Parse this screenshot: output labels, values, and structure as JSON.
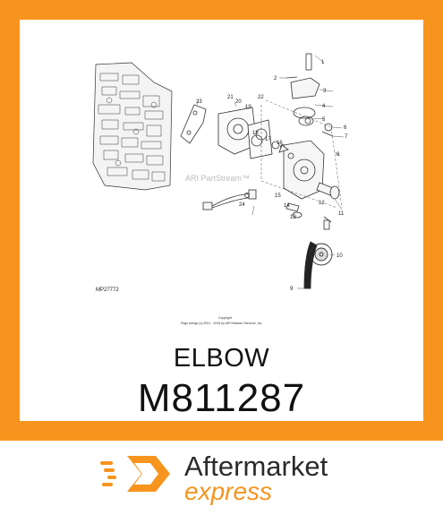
{
  "diagram": {
    "figure_id": "MP27772",
    "watermark": "ARI PartStream™",
    "copyright_line1": "Copyright",
    "copyright_line2": "Page design (c) 2001 - 2016 by ARI Network Services, Inc.",
    "callouts": [
      "1",
      "2",
      "3",
      "4",
      "5",
      "6",
      "7",
      "8",
      "9",
      "10",
      "11",
      "12",
      "13",
      "14",
      "15",
      "16",
      "17",
      "18",
      "19",
      "20",
      "21",
      "22",
      "23",
      "24"
    ]
  },
  "product": {
    "name": "ELBOW",
    "part_number": "M811287"
  },
  "brand": {
    "line1": "Aftermarket",
    "line2": "express",
    "logo_icon": "hexagon-speed-logo-icon",
    "accent_color": "#f7941d"
  }
}
